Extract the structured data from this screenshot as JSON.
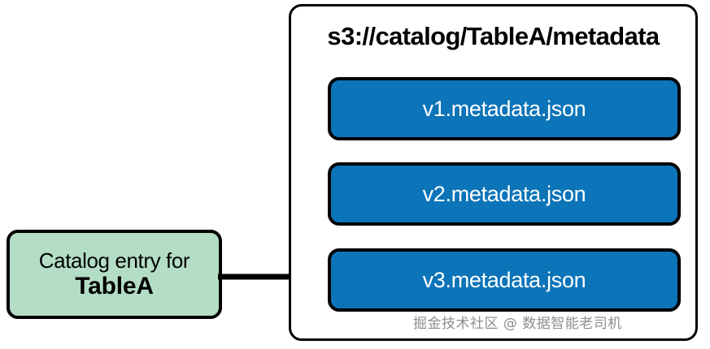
{
  "diagram": {
    "type": "flow-diagram",
    "background_color": "#ffffff",
    "catalog_entry": {
      "line1": "Catalog entry for",
      "line2": "TableA",
      "fill_color": "#b4ddc6",
      "border_color": "#000000"
    },
    "arrow": {
      "name": "points-to-arrow",
      "color": "#000000",
      "direction": "right"
    },
    "metadata_container": {
      "title": "s3://catalog/TableA/metadata",
      "fill_color": "#ffffff",
      "border_color": "#000000",
      "files": [
        {
          "label": "v1.metadata.json",
          "fill_color": "#0c74b8",
          "text_color": "#ffffff"
        },
        {
          "label": "v2.metadata.json",
          "fill_color": "#0c74b8",
          "text_color": "#ffffff"
        },
        {
          "label": "v3.metadata.json",
          "fill_color": "#0c74b8",
          "text_color": "#ffffff"
        }
      ]
    },
    "watermark": {
      "text": "掘金技术社区 @ 数据智能老司机",
      "color": "#8d8d8d"
    }
  }
}
